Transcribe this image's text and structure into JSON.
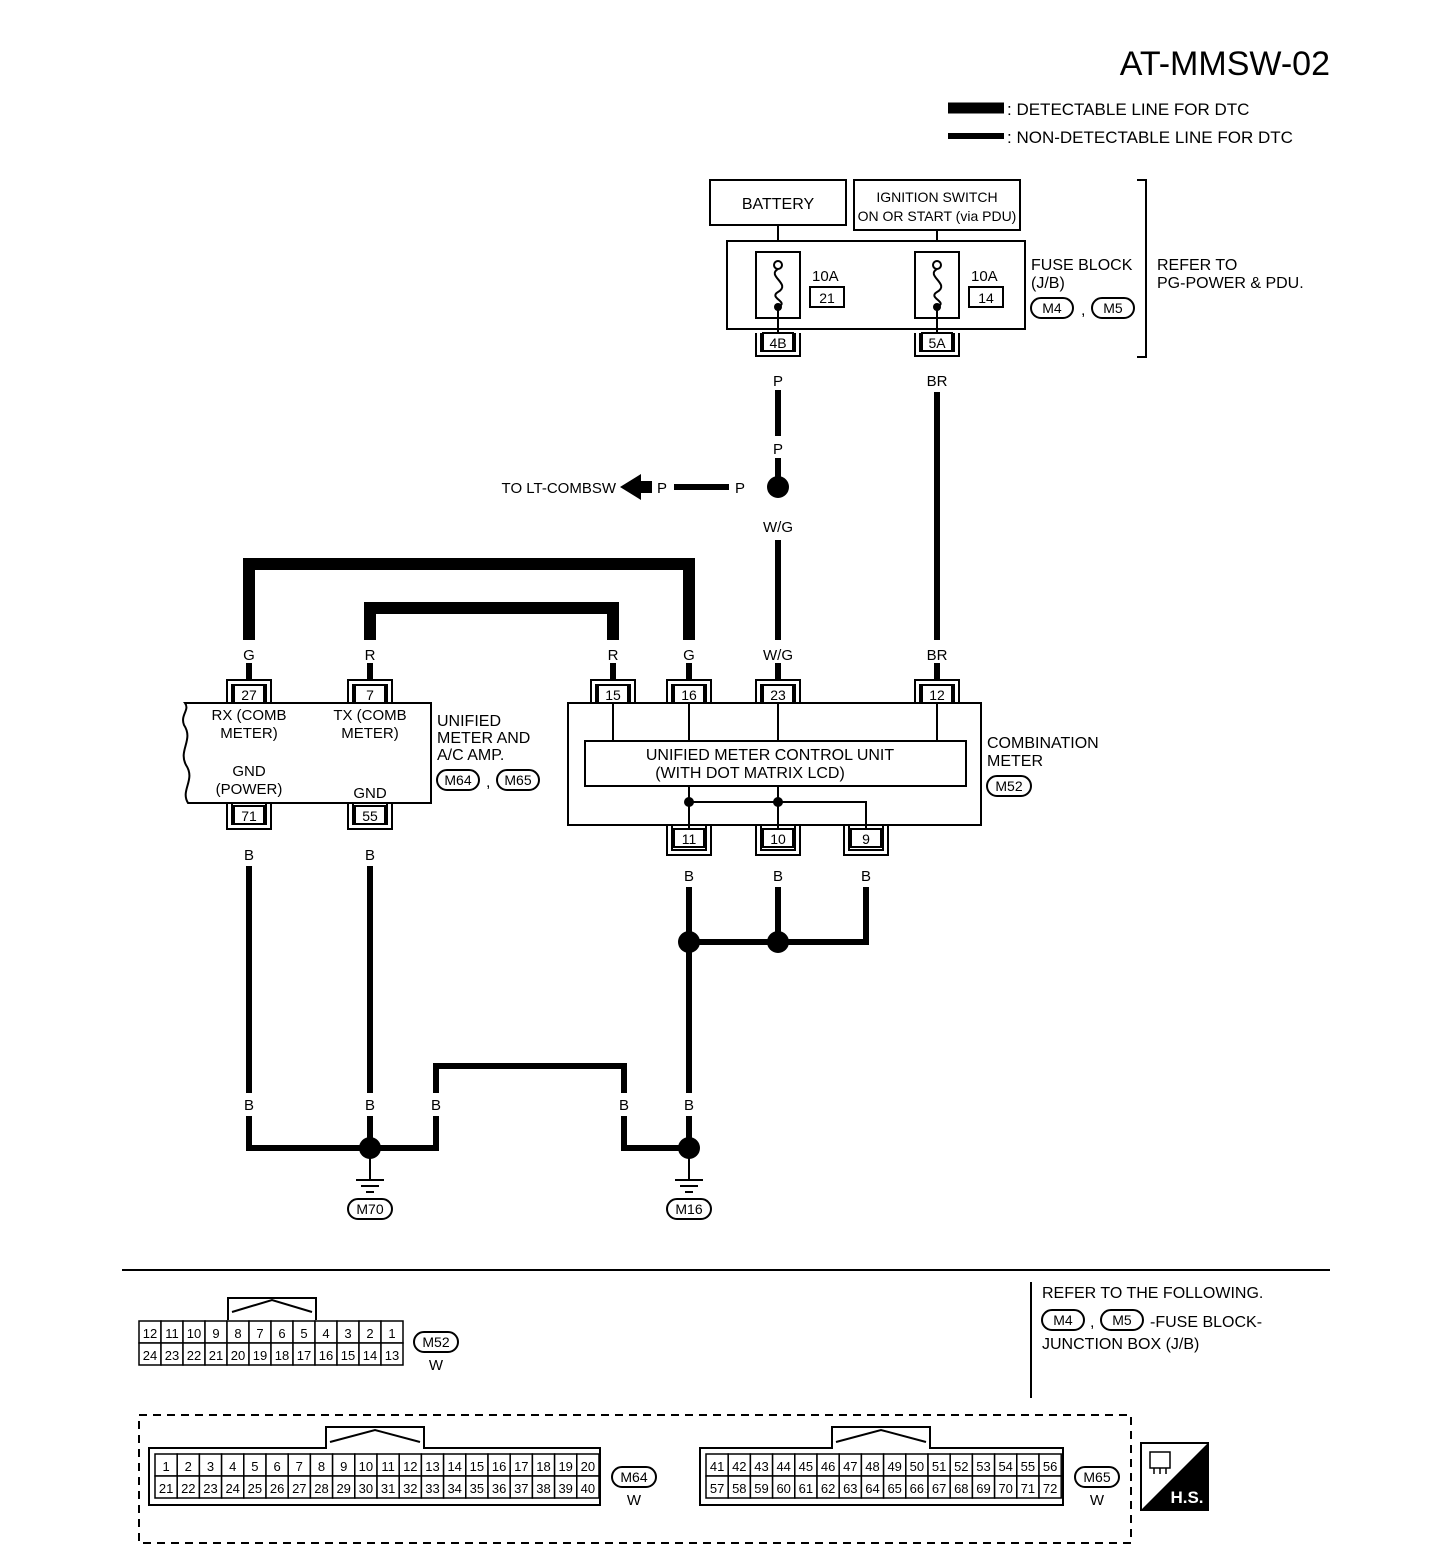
{
  "title": "AT-MMSW-02",
  "legend": {
    "detectable": ": DETECTABLE LINE FOR DTC",
    "non_detectable": ": NON-DETECTABLE LINE FOR DTC"
  },
  "sources": {
    "battery": "BATTERY",
    "ignition_line1": "IGNITION SWITCH",
    "ignition_line2": "ON OR START (via PDU)"
  },
  "fuse_block": {
    "fuse1_rating": "10A",
    "fuse1_no": "21",
    "fuse2_rating": "10A",
    "fuse2_no": "14",
    "label_line1": "FUSE BLOCK",
    "label_line2": "(J/B)",
    "conn1": "M4",
    "conn2": "M5",
    "sep": ",",
    "term1": "4B",
    "term2": "5A",
    "refer_line1": "REFER TO",
    "refer_line2": "PG-POWER & PDU."
  },
  "wires": {
    "p": "P",
    "br": "BR",
    "wg": "W/G",
    "g": "G",
    "r": "R",
    "b": "B"
  },
  "to_lt": "TO LT-COMBSW",
  "unified_meter": {
    "rx_line1": "RX (COMB",
    "rx_line2": "METER)",
    "tx_line1": "TX (COMB",
    "tx_line2": "METER)",
    "gnd_power_line1": "GND",
    "gnd_power_line2": "(POWER)",
    "gnd": "GND",
    "label_line1": "UNIFIED",
    "label_line2": "METER AND",
    "label_line3": "A/C AMP.",
    "conn1": "M64",
    "conn2": "M65",
    "sep": ",",
    "pins": {
      "rx": "27",
      "tx": "7",
      "gnd_power": "71",
      "gnd": "55"
    }
  },
  "combination_meter": {
    "unit_line1": "UNIFIED METER CONTROL UNIT",
    "unit_line2": "(WITH DOT MATRIX LCD)",
    "label_line1": "COMBINATION",
    "label_line2": "METER",
    "conn": "M52",
    "pins": {
      "p15": "15",
      "p16": "16",
      "p23": "23",
      "p12": "12",
      "p11": "11",
      "p10": "10",
      "p9": "9"
    }
  },
  "grounds": {
    "g1": "M70",
    "g2": "M16"
  },
  "refer_following": {
    "line1": "REFER TO THE FOLLOWING.",
    "conn1": "M4",
    "conn2": "M5",
    "sep": ",",
    "line2_suffix": "-FUSE BLOCK-",
    "line3": "JUNCTION BOX (J/B)"
  },
  "connectors": {
    "m52": {
      "name": "M52",
      "color": "W",
      "top": [
        "12",
        "11",
        "10",
        "9",
        "8",
        "7",
        "6",
        "5",
        "4",
        "3",
        "2",
        "1"
      ],
      "bottom": [
        "24",
        "23",
        "22",
        "21",
        "20",
        "19",
        "18",
        "17",
        "16",
        "15",
        "14",
        "13"
      ]
    },
    "m64": {
      "name": "M64",
      "color": "W",
      "top": [
        "1",
        "2",
        "3",
        "4",
        "5",
        "6",
        "7",
        "8",
        "9",
        "10",
        "11",
        "12",
        "13",
        "14",
        "15",
        "16",
        "17",
        "18",
        "19",
        "20"
      ],
      "bottom": [
        "21",
        "22",
        "23",
        "24",
        "25",
        "26",
        "27",
        "28",
        "29",
        "30",
        "31",
        "32",
        "33",
        "34",
        "35",
        "36",
        "37",
        "38",
        "39",
        "40"
      ]
    },
    "m65": {
      "name": "M65",
      "color": "W",
      "top": [
        "41",
        "42",
        "43",
        "44",
        "45",
        "46",
        "47",
        "48",
        "49",
        "50",
        "51",
        "52",
        "53",
        "54",
        "55",
        "56"
      ],
      "bottom": [
        "57",
        "58",
        "59",
        "60",
        "61",
        "62",
        "63",
        "64",
        "65",
        "66",
        "67",
        "68",
        "69",
        "70",
        "71",
        "72"
      ]
    }
  },
  "hs_badge": "H.S."
}
